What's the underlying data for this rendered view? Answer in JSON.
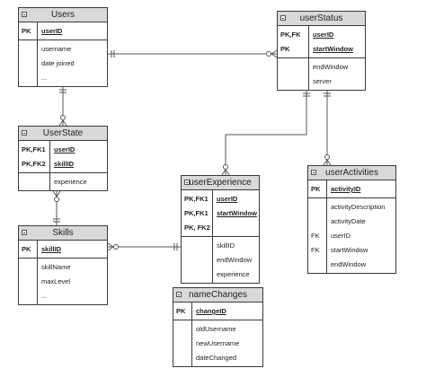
{
  "entities": [
    {
      "id": "users",
      "name": "Users",
      "keys": [
        {
          "key": "PK",
          "field": "userID"
        }
      ],
      "attrs": [
        {
          "key": "",
          "field": "username"
        },
        {
          "key": "",
          "field": "date joined"
        },
        {
          "key": "",
          "field": "..."
        }
      ]
    },
    {
      "id": "userstatus",
      "name": "userStatus",
      "keys": [
        {
          "key": "PK,FK",
          "field": "userID"
        },
        {
          "key": "PK",
          "field": "startWindow"
        }
      ],
      "attrs": [
        {
          "key": "",
          "field": "endWindow"
        },
        {
          "key": "",
          "field": "server"
        }
      ]
    },
    {
      "id": "userstate",
      "name": "UserState",
      "keys": [
        {
          "key": "PK,FK1",
          "field": "userID"
        },
        {
          "key": "PK,FK2",
          "field": "skillID"
        }
      ],
      "attrs": [
        {
          "key": "",
          "field": "experience"
        }
      ]
    },
    {
      "id": "userexperience",
      "name": "userExperience",
      "keys": [
        {
          "key": "PK,FK1",
          "field": "userID"
        },
        {
          "key": "PK,FK1",
          "field": "startWindow"
        },
        {
          "key": "PK, FK2",
          "field": ""
        }
      ],
      "attrs": [
        {
          "key": "",
          "field": "skillID"
        },
        {
          "key": "",
          "field": "endWindow"
        },
        {
          "key": "",
          "field": "experience"
        }
      ]
    },
    {
      "id": "useractivities",
      "name": "userActivities",
      "keys": [
        {
          "key": "PK",
          "field": "activityID"
        }
      ],
      "attrs": [
        {
          "key": "",
          "field": "activityDescription"
        },
        {
          "key": "",
          "field": "activityDate"
        },
        {
          "key": "FK",
          "field": "userID"
        },
        {
          "key": "FK",
          "field": "startWindow"
        },
        {
          "key": "",
          "field": "endWindow"
        }
      ]
    },
    {
      "id": "skills",
      "name": "Skills",
      "keys": [
        {
          "key": "PK",
          "field": "skillID"
        }
      ],
      "attrs": [
        {
          "key": "",
          "field": "skillName"
        },
        {
          "key": "",
          "field": "maxLevel"
        },
        {
          "key": "",
          "field": "..."
        }
      ]
    },
    {
      "id": "namechanges",
      "name": "nameChanges",
      "keys": [
        {
          "key": "PK",
          "field": "changeID"
        }
      ],
      "attrs": [
        {
          "key": "",
          "field": "oldUsername"
        },
        {
          "key": "",
          "field": "newUsername"
        },
        {
          "key": "",
          "field": "dateChanged"
        }
      ]
    }
  ],
  "relationships": [
    {
      "from": "users",
      "to": "userstatus",
      "from_end": "one",
      "to_end": "zero-or-many"
    },
    {
      "from": "users",
      "to": "userstate",
      "from_end": "one",
      "to_end": "zero-or-many"
    },
    {
      "from": "userstate",
      "to": "skills",
      "from_end": "zero-or-many",
      "to_end": "one"
    },
    {
      "from": "skills",
      "to": "userexperience",
      "from_end": "zero-or-many",
      "to_end": "one"
    },
    {
      "from": "userstatus",
      "to": "userexperience",
      "from_end": "one",
      "to_end": "zero-or-many"
    },
    {
      "from": "userstatus",
      "to": "useractivities",
      "from_end": "one",
      "to_end": "zero-or-many"
    }
  ],
  "colors": {
    "header": "#d9d9d9",
    "border": "#3b3b3b",
    "line": "#555555"
  }
}
